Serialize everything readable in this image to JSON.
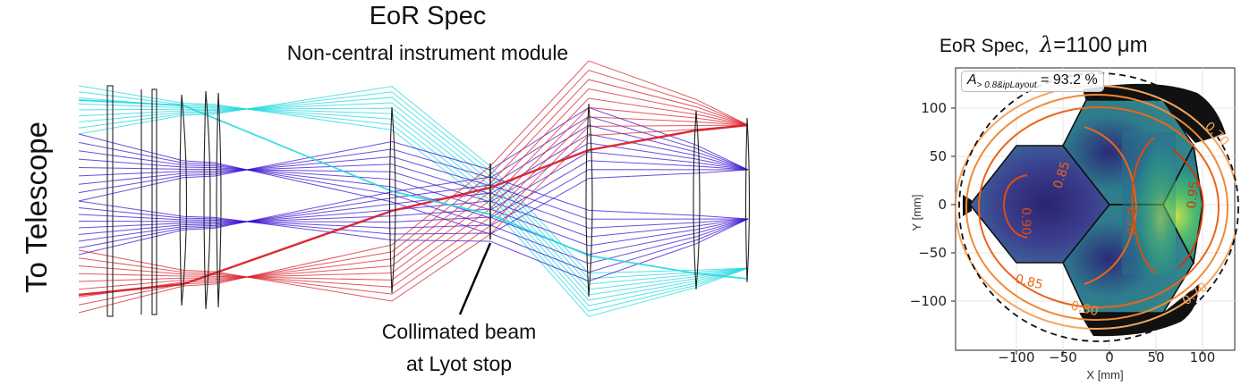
{
  "diagram": {
    "title": "EoR Spec",
    "subtitle": "Non-central instrument module",
    "side_label": "To Telescope",
    "annotation_line1": "Collimated beam",
    "annotation_line2": "at Lyot stop",
    "ray_colors": [
      "#20d8e0",
      "#3a10d0",
      "#d8202a"
    ]
  },
  "map_panel": {
    "title_prefix": "EoR Spec,",
    "wavelength_symbol": "λ",
    "wavelength_value": "=1100",
    "wavelength_unit": "μm",
    "fraction_symbol": "A",
    "fraction_subscript": "> 0.8&ipLayout",
    "fraction_value": " = 93.2 %",
    "xlabel": "X [mm]",
    "ylabel": "Y [mm]",
    "x_ticks": [
      "−100",
      "−50",
      "0",
      "50",
      "100"
    ],
    "y_ticks": [
      "100",
      "50",
      "0",
      "−50",
      "−100"
    ],
    "contour_labels": [
      "0.70",
      "0.85",
      "0.90",
      "0.90",
      "0.95",
      "0.85",
      "0.80",
      "0.70"
    ]
  }
}
